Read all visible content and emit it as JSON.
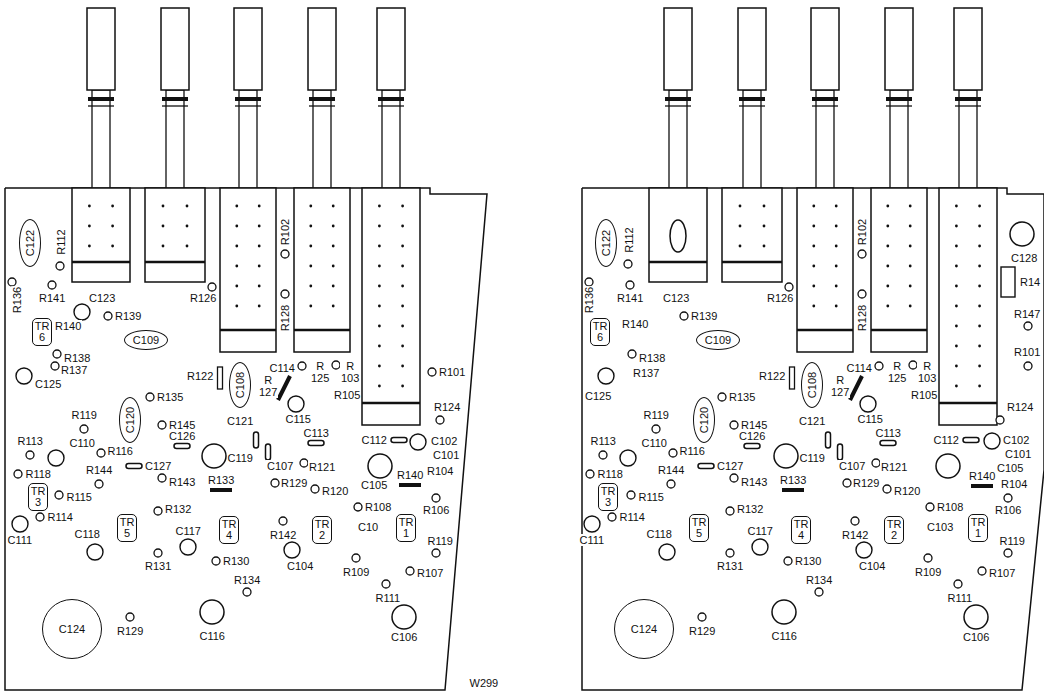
{
  "diagram": {
    "nodes": [
      {
        "text": [
          "C122"
        ]
      },
      {
        "text": [
          "TR 6"
        ]
      },
      {
        "text": [
          "C109"
        ]
      },
      {
        "text": [
          "C108"
        ]
      },
      {
        "text": [
          "C120"
        ]
      },
      {
        "text": [
          "TR 3"
        ]
      },
      {
        "text": [
          "TR 5"
        ]
      },
      {
        "text": [
          "TR 4"
        ]
      },
      {
        "text": [
          "TR 2"
        ]
      },
      {
        "text": [
          "TR 1"
        ]
      },
      {
        "text": [
          "C124"
        ]
      },
      {
        "text": [
          "C122"
        ]
      },
      {
        "text": [
          "TR 6"
        ]
      },
      {
        "text": [
          "C109"
        ]
      },
      {
        "text": [
          "C108"
        ]
      },
      {
        "text": [
          "C120"
        ]
      },
      {
        "text": [
          "TR 3"
        ]
      },
      {
        "text": [
          "TR 5"
        ]
      },
      {
        "text": [
          "TR 4"
        ]
      },
      {
        "text": [
          "TR 2"
        ]
      },
      {
        "text": [
          "TR 1"
        ]
      },
      {
        "text": [
          "C124"
        ]
      }
    ],
    "labels": [
      "R112",
      "R136",
      "R141",
      "C123",
      "R139",
      "R140",
      "R126",
      "R102",
      "R128",
      "R138",
      "R137",
      "C125",
      "C114",
      "R 125",
      "R 103",
      "R105",
      "R101",
      "R122",
      "R 127",
      "R135",
      "C121",
      "C115",
      "R145",
      "R119",
      "R124",
      "C126",
      "C113",
      "C112",
      "C102",
      "C101",
      "R113",
      "C110",
      "R116",
      "C127",
      "C119",
      "C107",
      "R121",
      "R118",
      "R104",
      "R144",
      "R143",
      "R133",
      "R120",
      "C105",
      "R140",
      "R115",
      "R129",
      "R108",
      "R106",
      "R114",
      "R132",
      "C117",
      "R142",
      "C10",
      "R119",
      "C111",
      "C118",
      "R131",
      "R130",
      "R134",
      "C104",
      "R109",
      "R107",
      "R111",
      "R129",
      "C116",
      "C106",
      "R112",
      "R136",
      "R141",
      "C123",
      "R139",
      "R140",
      "R126",
      "R102",
      "R128",
      "R138",
      "R137",
      "C125",
      "C114",
      "R 125",
      "R 103",
      "R105",
      "C128",
      "R14",
      "R147",
      "R101",
      "R122",
      "R 127",
      "R135",
      "C121",
      "C115",
      "R145",
      "R119",
      "R124",
      "C126",
      "C113",
      "C112",
      "C102",
      "C101",
      "R113",
      "C110",
      "R116",
      "C127",
      "C119",
      "C107",
      "R121",
      "R118",
      "R104",
      "C105",
      "R144",
      "R143",
      "R133",
      "R120",
      "R140",
      "R115",
      "R129",
      "R108",
      "R106",
      "R114",
      "R132",
      "C117",
      "R142",
      "C103",
      "R119",
      "C111",
      "R131",
      "R130",
      "C104",
      "R134",
      "R107",
      "R109",
      "R111",
      "C118",
      "R129",
      "C116",
      "C106",
      "W299"
    ]
  }
}
